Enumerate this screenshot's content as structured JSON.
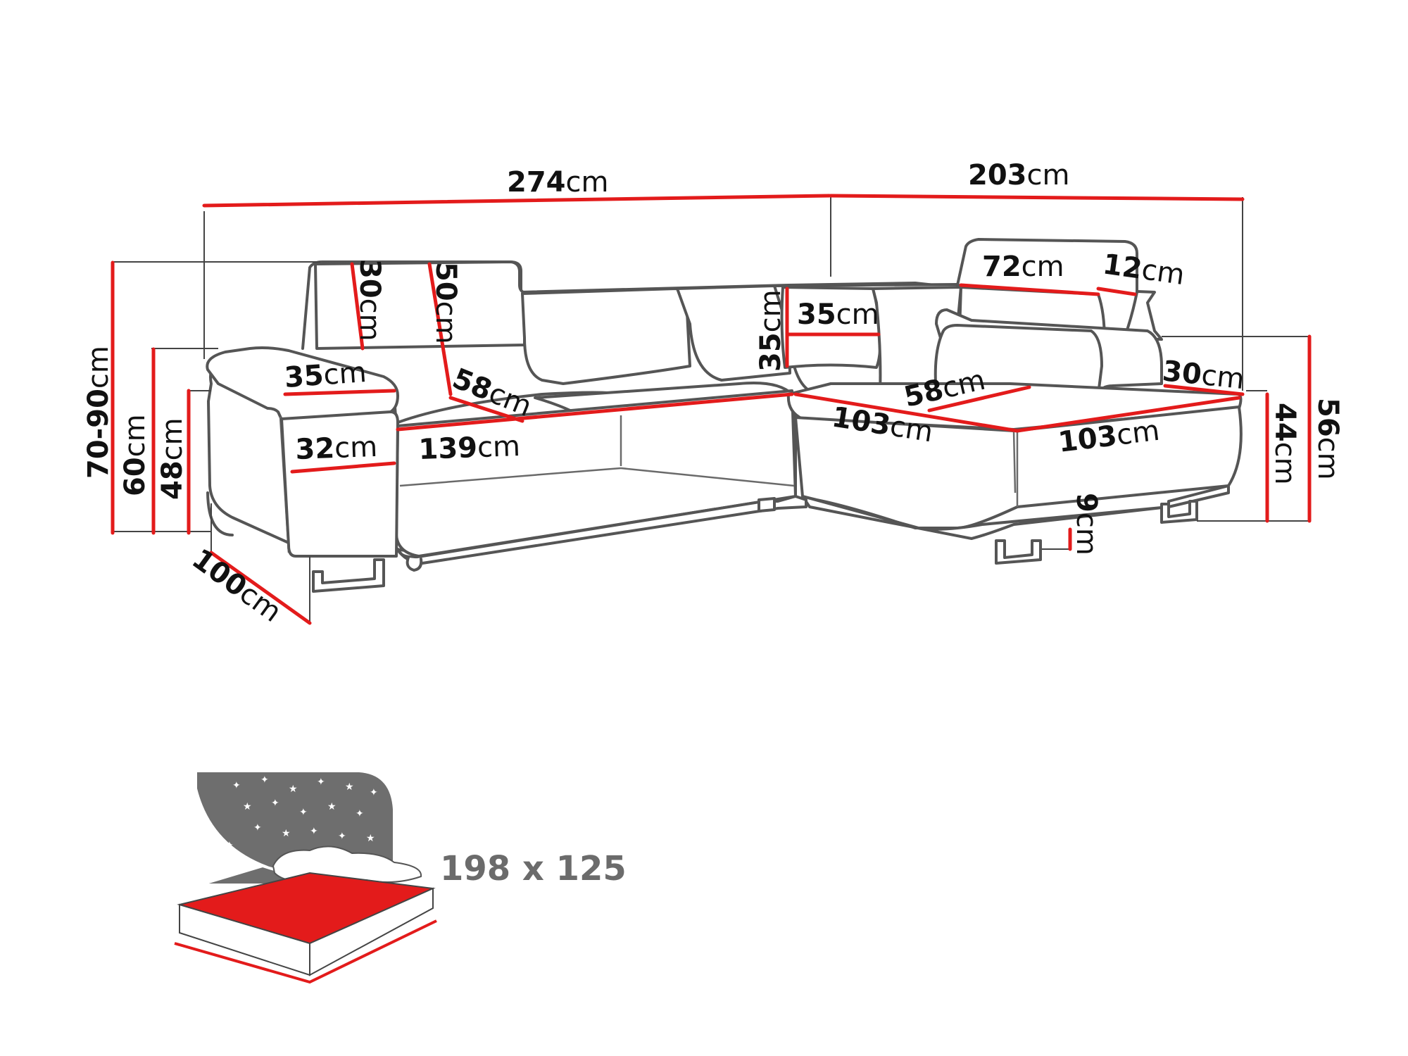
{
  "dimensions": {
    "total_width_left": {
      "value": "274",
      "unit": "cm"
    },
    "total_width_right": {
      "value": "203",
      "unit": "cm"
    },
    "height_range": {
      "value": "70-90",
      "unit": "cm"
    },
    "arm_height": {
      "value": "60",
      "unit": "cm"
    },
    "seat_height": {
      "value": "48",
      "unit": "cm"
    },
    "depth": {
      "value": "100",
      "unit": "cm"
    },
    "headrest_height": {
      "value": "30",
      "unit": "cm"
    },
    "backrest_height": {
      "value": "50",
      "unit": "cm"
    },
    "arm_width": {
      "value": "35",
      "unit": "cm"
    },
    "arm_front": {
      "value": "32",
      "unit": "cm"
    },
    "seat_depth_left": {
      "value": "58",
      "unit": "cm"
    },
    "seat_width_left": {
      "value": "139",
      "unit": "cm"
    },
    "pillow_width": {
      "value": "35",
      "unit": "cm"
    },
    "pillow_height": {
      "value": "35",
      "unit": "cm"
    },
    "headrest_width": {
      "value": "72",
      "unit": "cm"
    },
    "headrest_depth": {
      "value": "12",
      "unit": "cm"
    },
    "chaise_seat_depth": {
      "value": "58",
      "unit": "cm"
    },
    "chaise_length_front": {
      "value": "103",
      "unit": "cm"
    },
    "chaise_length_side": {
      "value": "103",
      "unit": "cm"
    },
    "chaise_back_depth": {
      "value": "30",
      "unit": "cm"
    },
    "chaise_seat_height": {
      "value": "44",
      "unit": "cm"
    },
    "chaise_height": {
      "value": "56",
      "unit": "cm"
    },
    "leg_height": {
      "value": "9",
      "unit": "cm"
    }
  },
  "bed": {
    "size": "198 x 125"
  },
  "colors": {
    "dimension_line": "#e31b1b",
    "outline": "#555555",
    "bed_text": "#6b6b6b"
  },
  "icons": {
    "bed": "sleeping-function-icon"
  }
}
